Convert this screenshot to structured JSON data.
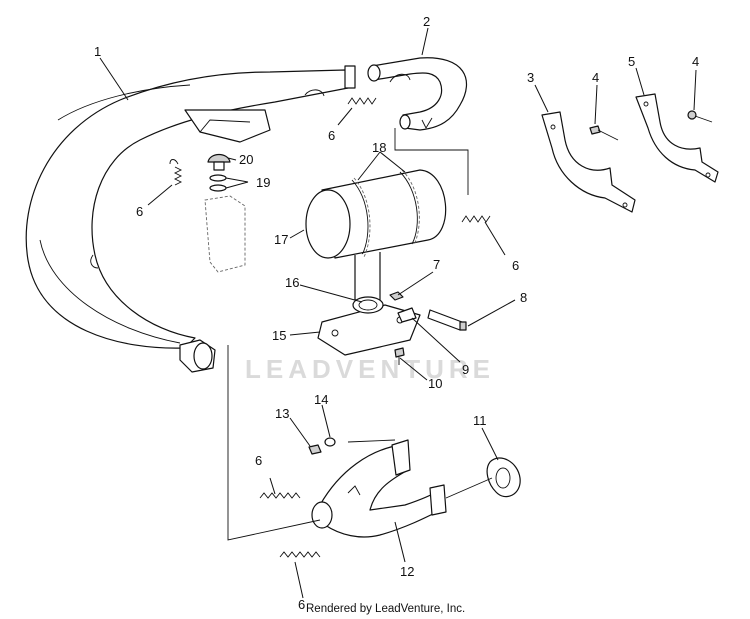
{
  "watermark": "LEADVENTURE",
  "footer": "Rendered by LeadVenture, Inc.",
  "callouts": {
    "c1": "1",
    "c2": "2",
    "c3": "3",
    "c4a": "4",
    "c4b": "4",
    "c5": "5",
    "c6a": "6",
    "c6b": "6",
    "c6c": "6",
    "c6d": "6",
    "c6e": "6",
    "c7": "7",
    "c8": "8",
    "c9": "9",
    "c10": "10",
    "c11": "11",
    "c12": "12",
    "c13": "13",
    "c14": "14",
    "c15": "15",
    "c16": "16",
    "c17": "17",
    "c18": "18",
    "c19": "19",
    "c20": "20"
  }
}
